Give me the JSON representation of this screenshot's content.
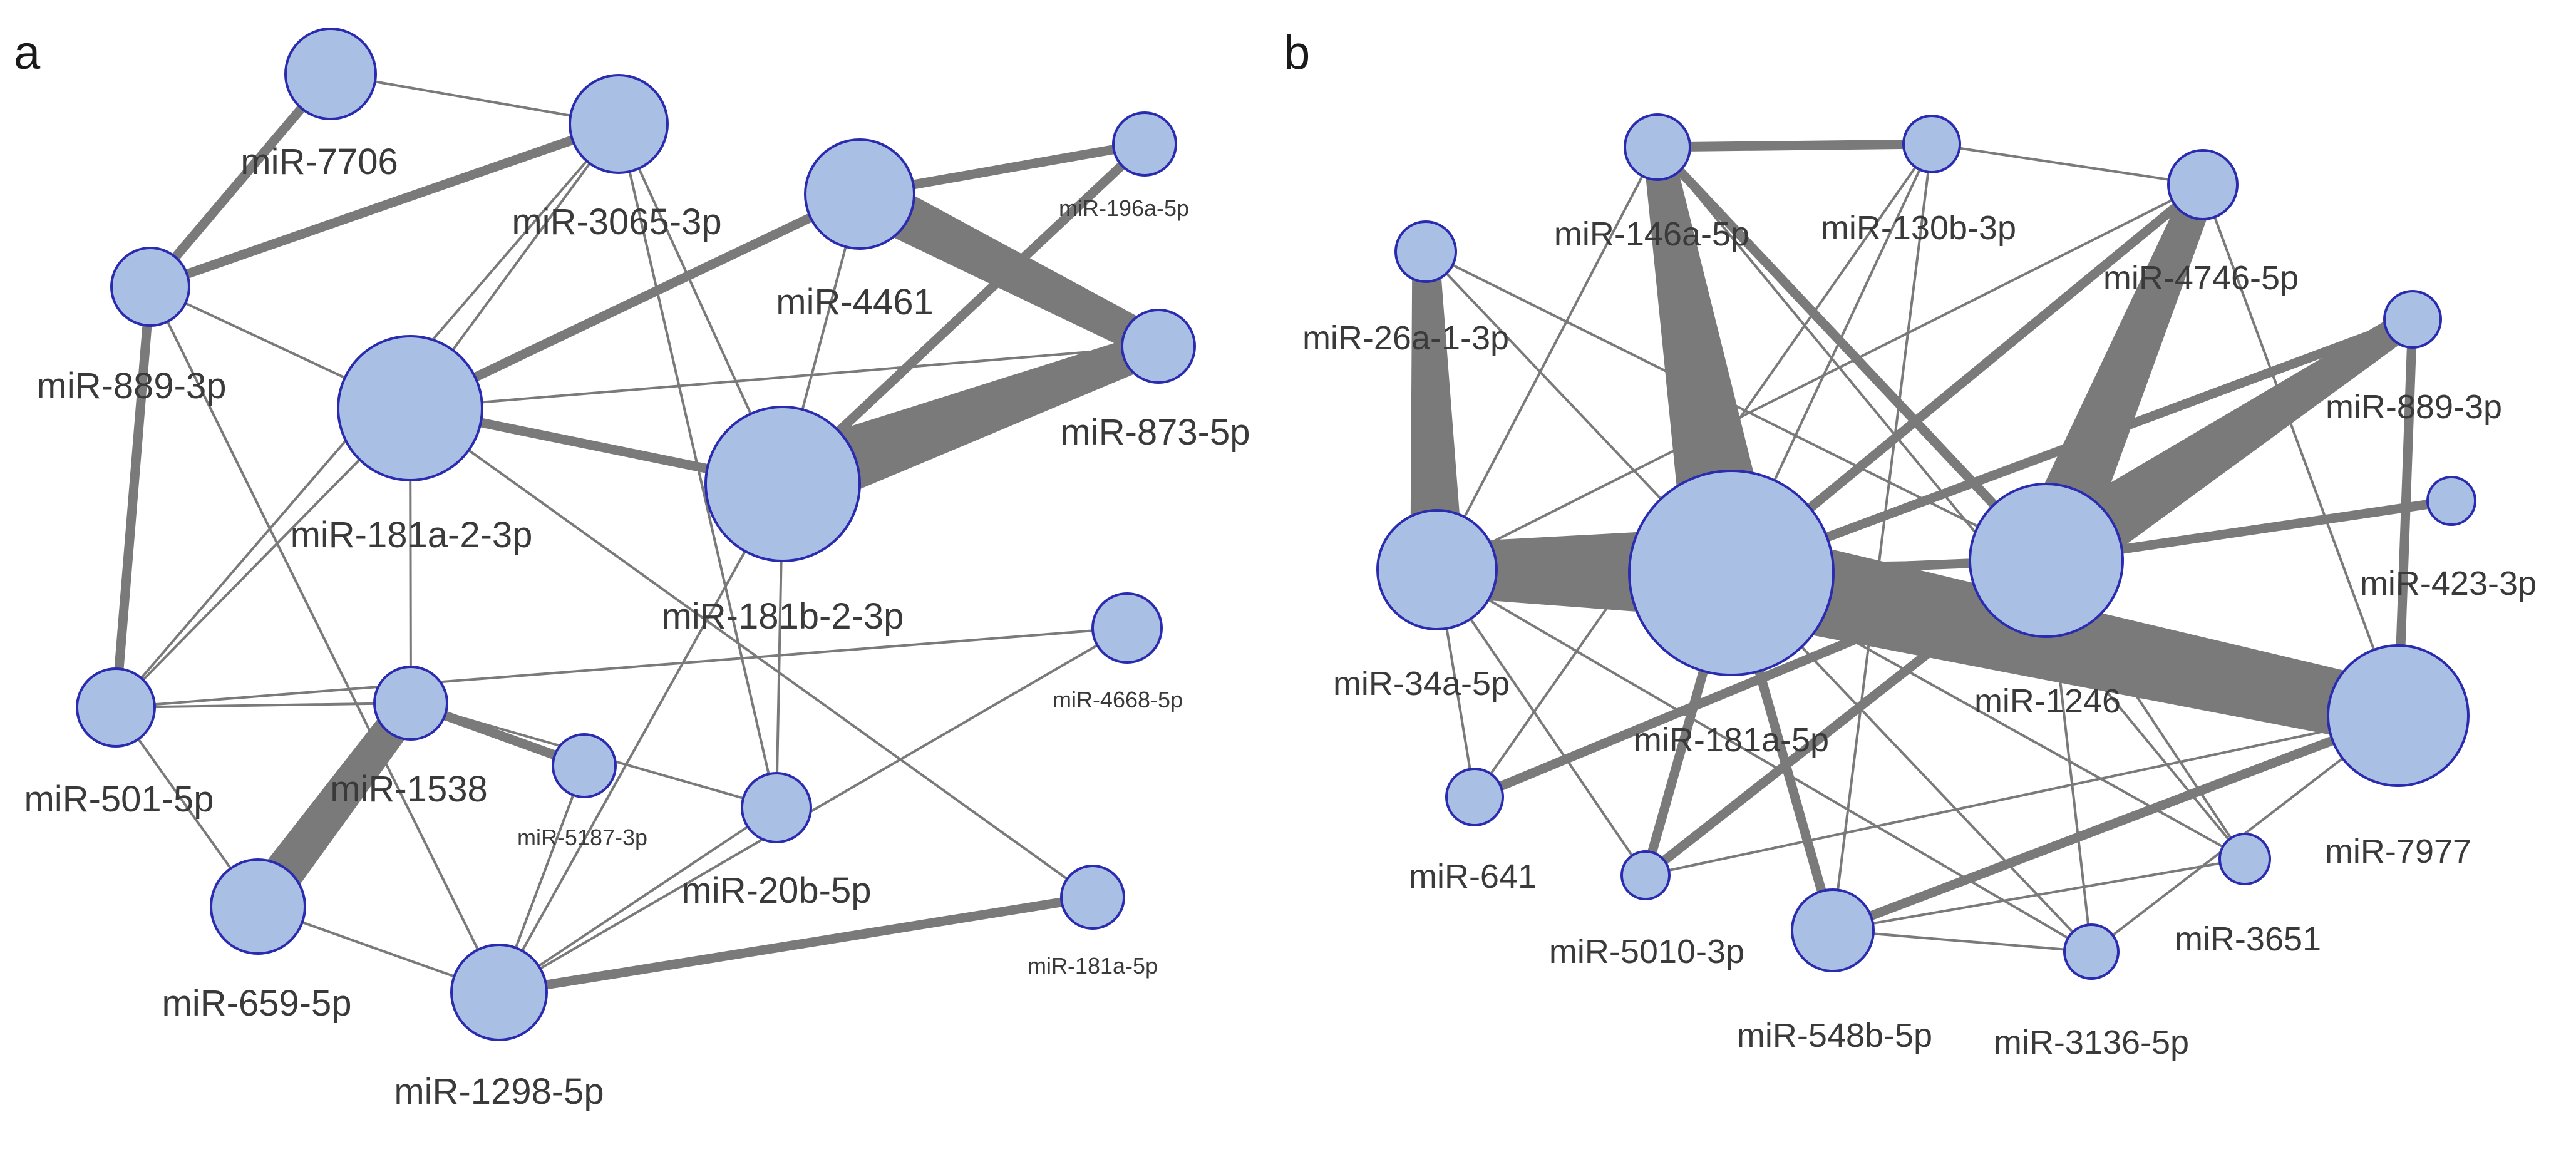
{
  "panels": [
    {
      "letter": "a",
      "nodes": [
        {
          "id": "miR-7706",
          "label": "miR-7706",
          "size": "small"
        },
        {
          "id": "miR-3065-3p",
          "label": "miR-3065-3p",
          "size": "medium"
        },
        {
          "id": "miR-4461",
          "label": "miR-4461",
          "size": "medium"
        },
        {
          "id": "miR-196a-5p",
          "label": "miR-196a-5p",
          "size": "small"
        },
        {
          "id": "miR-889-3p",
          "label": "miR-889-3p",
          "size": "small"
        },
        {
          "id": "miR-873-5p",
          "label": "miR-873-5p",
          "size": "small"
        },
        {
          "id": "miR-181a-2-3p",
          "label": "miR-181a-2-3p",
          "size": "large"
        },
        {
          "id": "miR-181b-2-3p",
          "label": "miR-181b-2-3p",
          "size": "large"
        },
        {
          "id": "miR-4668-5p",
          "label": "miR-4668-5p",
          "size": "small"
        },
        {
          "id": "miR-501-5p",
          "label": "miR-501-5p",
          "size": "small"
        },
        {
          "id": "miR-1538",
          "label": "miR-1538",
          "size": "small"
        },
        {
          "id": "miR-5187-3p",
          "label": "miR-5187-3p",
          "size": "small"
        },
        {
          "id": "miR-20b-5p",
          "label": "miR-20b-5p",
          "size": "small"
        },
        {
          "id": "miR-659-5p",
          "label": "miR-659-5p",
          "size": "medium"
        },
        {
          "id": "miR-1298-5p",
          "label": "miR-1298-5p",
          "size": "medium"
        },
        {
          "id": "miR-181a-5p",
          "label": "miR-181a-5p",
          "size": "small"
        }
      ],
      "edges": [
        {
          "source": "miR-7706",
          "target": "miR-889-3p",
          "weight": "medium"
        },
        {
          "source": "miR-7706",
          "target": "miR-3065-3p",
          "weight": "thin"
        },
        {
          "source": "miR-3065-3p",
          "target": "miR-889-3p",
          "weight": "medium"
        },
        {
          "source": "miR-3065-3p",
          "target": "miR-181a-2-3p",
          "weight": "thin"
        },
        {
          "source": "miR-3065-3p",
          "target": "miR-181b-2-3p",
          "weight": "thin"
        },
        {
          "source": "miR-3065-3p",
          "target": "miR-20b-5p",
          "weight": "thin"
        },
        {
          "source": "miR-3065-3p",
          "target": "miR-501-5p",
          "weight": "thin"
        },
        {
          "source": "miR-4461",
          "target": "miR-196a-5p",
          "weight": "medium"
        },
        {
          "source": "miR-4461",
          "target": "miR-873-5p",
          "weight": "heavy"
        },
        {
          "source": "miR-4461",
          "target": "miR-181a-2-3p",
          "weight": "medium"
        },
        {
          "source": "miR-4461",
          "target": "miR-181b-2-3p",
          "weight": "thin"
        },
        {
          "source": "miR-196a-5p",
          "target": "miR-181b-2-3p",
          "weight": "medium"
        },
        {
          "source": "miR-873-5p",
          "target": "miR-181b-2-3p",
          "weight": "heavy"
        },
        {
          "source": "miR-873-5p",
          "target": "miR-181a-2-3p",
          "weight": "thin"
        },
        {
          "source": "miR-889-3p",
          "target": "miR-181a-2-3p",
          "weight": "thin"
        },
        {
          "source": "miR-889-3p",
          "target": "miR-501-5p",
          "weight": "medium"
        },
        {
          "source": "miR-889-3p",
          "target": "miR-1298-5p",
          "weight": "thin"
        },
        {
          "source": "miR-181a-2-3p",
          "target": "miR-181b-2-3p",
          "weight": "medium"
        },
        {
          "source": "miR-181a-2-3p",
          "target": "miR-1538",
          "weight": "thin"
        },
        {
          "source": "miR-181a-2-3p",
          "target": "miR-501-5p",
          "weight": "thin"
        },
        {
          "source": "miR-181a-2-3p",
          "target": "miR-181a-5p",
          "weight": "thin"
        },
        {
          "source": "miR-181b-2-3p",
          "target": "miR-20b-5p",
          "weight": "thin"
        },
        {
          "source": "miR-181b-2-3p",
          "target": "miR-1298-5p",
          "weight": "thin"
        },
        {
          "source": "miR-4668-5p",
          "target": "miR-501-5p",
          "weight": "thin"
        },
        {
          "source": "miR-4668-5p",
          "target": "miR-1298-5p",
          "weight": "thin"
        },
        {
          "source": "miR-501-5p",
          "target": "miR-1538",
          "weight": "thin"
        },
        {
          "source": "miR-501-5p",
          "target": "miR-659-5p",
          "weight": "thin"
        },
        {
          "source": "miR-1538",
          "target": "miR-659-5p",
          "weight": "heavy"
        },
        {
          "source": "miR-1538",
          "target": "miR-5187-3p",
          "weight": "medium"
        },
        {
          "source": "miR-1538",
          "target": "miR-20b-5p",
          "weight": "thin"
        },
        {
          "source": "miR-5187-3p",
          "target": "miR-1298-5p",
          "weight": "thin"
        },
        {
          "source": "miR-20b-5p",
          "target": "miR-1298-5p",
          "weight": "thin"
        },
        {
          "source": "miR-659-5p",
          "target": "miR-1298-5p",
          "weight": "thin"
        },
        {
          "source": "miR-1298-5p",
          "target": "miR-181a-5p",
          "weight": "medium"
        }
      ]
    },
    {
      "letter": "b",
      "nodes": [
        {
          "id": "miR-146a-5p",
          "label": "miR-146a-5p",
          "size": "small"
        },
        {
          "id": "miR-130b-3p",
          "label": "miR-130b-3p",
          "size": "small"
        },
        {
          "id": "miR-4746-5p",
          "label": "miR-4746-5p",
          "size": "small"
        },
        {
          "id": "miR-26a-1-3p",
          "label": "miR-26a-1-3p",
          "size": "small"
        },
        {
          "id": "miR-889-3p",
          "label": "miR-889-3p",
          "size": "small"
        },
        {
          "id": "miR-423-3p",
          "label": "miR-423-3p",
          "size": "small"
        },
        {
          "id": "miR-34a-5p",
          "label": "miR-34a-5p",
          "size": "medium"
        },
        {
          "id": "miR-181a-5p",
          "label": "miR-181a-5p",
          "size": "xlarge"
        },
        {
          "id": "miR-1246",
          "label": "miR-1246",
          "size": "large"
        },
        {
          "id": "miR-7977",
          "label": "miR-7977",
          "size": "large"
        },
        {
          "id": "miR-641",
          "label": "miR-641",
          "size": "small"
        },
        {
          "id": "miR-5010-3p",
          "label": "miR-5010-3p",
          "size": "small"
        },
        {
          "id": "miR-548b-5p",
          "label": "miR-548b-5p",
          "size": "medium"
        },
        {
          "id": "miR-3136-5p",
          "label": "miR-3136-5p",
          "size": "small"
        },
        {
          "id": "miR-3651",
          "label": "miR-3651",
          "size": "small"
        }
      ],
      "edges": [
        {
          "source": "miR-146a-5p",
          "target": "miR-130b-3p",
          "weight": "medium"
        },
        {
          "source": "miR-146a-5p",
          "target": "miR-181a-5p",
          "weight": "heavy"
        },
        {
          "source": "miR-146a-5p",
          "target": "miR-34a-5p",
          "weight": "thin"
        },
        {
          "source": "miR-146a-5p",
          "target": "miR-1246",
          "weight": "medium"
        },
        {
          "source": "miR-146a-5p",
          "target": "miR-3651",
          "weight": "thin"
        },
        {
          "source": "miR-130b-3p",
          "target": "miR-4746-5p",
          "weight": "thin"
        },
        {
          "source": "miR-130b-3p",
          "target": "miR-181a-5p",
          "weight": "thin"
        },
        {
          "source": "miR-130b-3p",
          "target": "miR-641",
          "weight": "thin"
        },
        {
          "source": "miR-130b-3p",
          "target": "miR-548b-5p",
          "weight": "thin"
        },
        {
          "source": "miR-4746-5p",
          "target": "miR-1246",
          "weight": "heavy"
        },
        {
          "source": "miR-4746-5p",
          "target": "miR-34a-5p",
          "weight": "thin"
        },
        {
          "source": "miR-4746-5p",
          "target": "miR-181a-5p",
          "weight": "medium"
        },
        {
          "source": "miR-4746-5p",
          "target": "miR-7977",
          "weight": "thin"
        },
        {
          "source": "miR-26a-1-3p",
          "target": "miR-34a-5p",
          "weight": "heavy"
        },
        {
          "source": "miR-26a-1-3p",
          "target": "miR-181a-5p",
          "weight": "thin"
        },
        {
          "source": "miR-26a-1-3p",
          "target": "miR-1246",
          "weight": "thin"
        },
        {
          "source": "miR-889-3p",
          "target": "miR-1246",
          "weight": "heavy"
        },
        {
          "source": "miR-889-3p",
          "target": "miR-7977",
          "weight": "medium"
        },
        {
          "source": "miR-889-3p",
          "target": "miR-181a-5p",
          "weight": "medium"
        },
        {
          "source": "miR-423-3p",
          "target": "miR-1246",
          "weight": "medium"
        },
        {
          "source": "miR-34a-5p",
          "target": "miR-181a-5p",
          "weight": "heavy"
        },
        {
          "source": "miR-34a-5p",
          "target": "miR-1246",
          "weight": "thin"
        },
        {
          "source": "miR-34a-5p",
          "target": "miR-641",
          "weight": "thin"
        },
        {
          "source": "miR-34a-5p",
          "target": "miR-5010-3p",
          "weight": "thin"
        },
        {
          "source": "miR-34a-5p",
          "target": "miR-3136-5p",
          "weight": "thin"
        },
        {
          "source": "miR-181a-5p",
          "target": "miR-1246",
          "weight": "medium"
        },
        {
          "source": "miR-181a-5p",
          "target": "miR-7977",
          "weight": "heavy"
        },
        {
          "source": "miR-181a-5p",
          "target": "miR-548b-5p",
          "weight": "medium"
        },
        {
          "source": "miR-181a-5p",
          "target": "miR-5010-3p",
          "weight": "medium"
        },
        {
          "source": "miR-181a-5p",
          "target": "miR-3651",
          "weight": "thin"
        },
        {
          "source": "miR-181a-5p",
          "target": "miR-3136-5p",
          "weight": "thin"
        },
        {
          "source": "miR-1246",
          "target": "miR-5010-3p",
          "weight": "medium"
        },
        {
          "source": "miR-1246",
          "target": "miR-3651",
          "weight": "thin"
        },
        {
          "source": "miR-1246",
          "target": "miR-3136-5p",
          "weight": "thin"
        },
        {
          "source": "miR-1246",
          "target": "miR-641",
          "weight": "medium"
        },
        {
          "source": "miR-7977",
          "target": "miR-548b-5p",
          "weight": "medium"
        },
        {
          "source": "miR-7977",
          "target": "miR-5010-3p",
          "weight": "thin"
        },
        {
          "source": "miR-7977",
          "target": "miR-3136-5p",
          "weight": "thin"
        },
        {
          "source": "miR-548b-5p",
          "target": "miR-3136-5p",
          "weight": "thin"
        },
        {
          "source": "miR-548b-5p",
          "target": "miR-3651",
          "weight": "thin"
        }
      ]
    }
  ],
  "colors": {
    "node_fill": "#a9bfe3",
    "node_stroke": "#2b2bb0",
    "edge": "#7a7a7a",
    "label": "#3a3a3a"
  }
}
